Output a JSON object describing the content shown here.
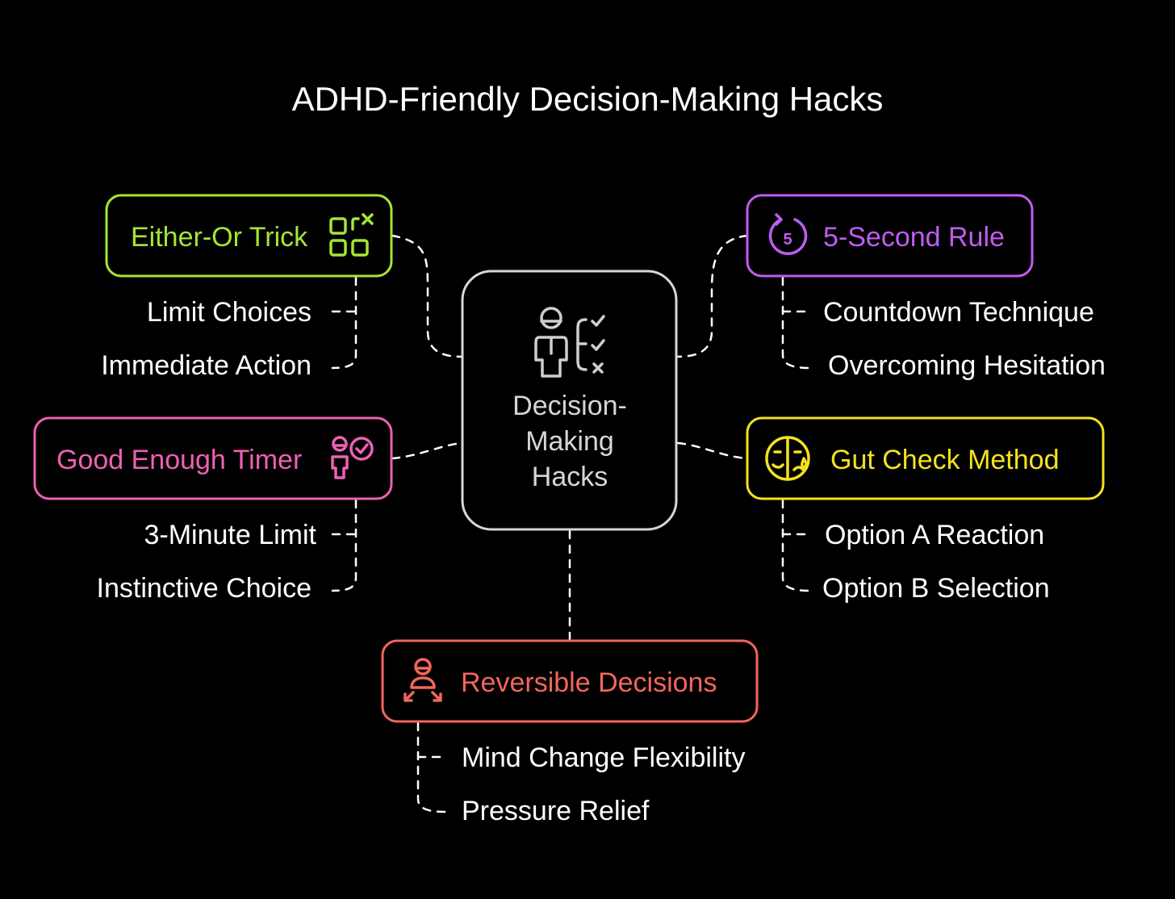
{
  "title": "ADHD-Friendly Decision-Making Hacks",
  "center": {
    "label_lines": [
      "Decision-",
      "Making",
      "Hacks"
    ],
    "icon": "person-checklist-icon",
    "color": "#d6d6d6"
  },
  "branches": [
    {
      "key": "either_or",
      "label": "Either-Or Trick",
      "icon": "grid-x-icon",
      "color": "#a3e635",
      "items": [
        "Limit Choices",
        "Immediate Action"
      ]
    },
    {
      "key": "five_second",
      "label": "5-Second Rule",
      "icon": "countdown-5-icon",
      "color": "#c05cf0",
      "items": [
        "Countdown Technique",
        "Overcoming Hesitation"
      ]
    },
    {
      "key": "good_enough",
      "label": "Good Enough Timer",
      "icon": "person-check-icon",
      "color": "#ee60b4",
      "items": [
        "3-Minute Limit",
        "Instinctive Choice"
      ]
    },
    {
      "key": "gut_check",
      "label": "Gut Check Method",
      "icon": "drama-masks-icon",
      "color": "#f5e21e",
      "items": [
        "Option A Reaction",
        "Option B Selection"
      ]
    },
    {
      "key": "reversible",
      "label": "Reversible Decisions",
      "icon": "person-arrows-icon",
      "color": "#f2665c",
      "items": [
        "Mind Change Flexibility",
        "Pressure Relief"
      ]
    }
  ]
}
